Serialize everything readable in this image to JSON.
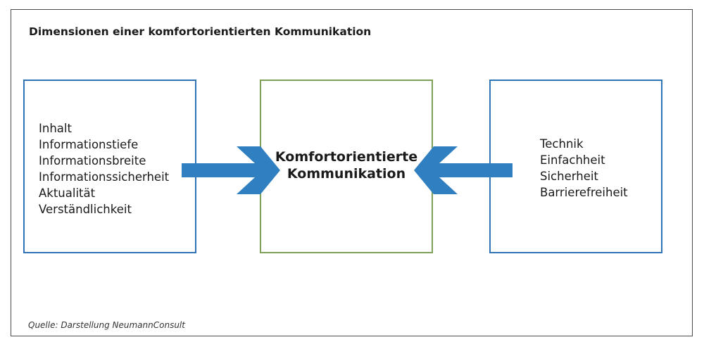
{
  "title": "Dimensionen einer komfortorientierten Kommunikation",
  "left_box": {
    "items": [
      "Inhalt",
      "Informationstiefe",
      "Informationsbreite",
      "Informationssicherheit",
      "Aktualität",
      "Verständlichkeit"
    ]
  },
  "center_box": {
    "line1": "Komfortorientierte",
    "line2": "Kommunikation"
  },
  "right_box": {
    "items": [
      "Technik",
      "Einfachheit",
      "Sicherheit",
      "Barrierefreiheit"
    ]
  },
  "source": "Quelle: Darstellung NeumannConsult",
  "colors": {
    "arrow": "#2f7fc1",
    "outer_box_border": "#2f74b5",
    "center_box_border": "#7ea15a"
  },
  "icons": [
    "arrow-right-icon",
    "arrow-left-icon"
  ]
}
